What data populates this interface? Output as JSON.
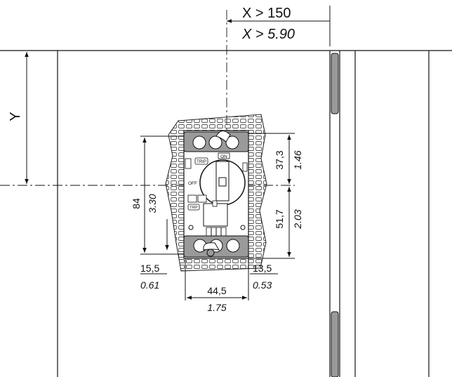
{
  "dimensions": {
    "x_min_mm": "X > 150",
    "x_min_in": "X > 5.90",
    "y_label": "Y",
    "height_mm": "84",
    "height_in": "3.30",
    "upper_mm": "37,3",
    "upper_in": "1.46",
    "lower_mm": "51,7",
    "lower_in": "2.03",
    "left_offset_mm": "15,5",
    "left_offset_in": "0.61",
    "right_offset_mm": "13,5",
    "right_offset_in": "0.53",
    "width_mm": "44,5",
    "width_in": "1.75"
  },
  "device": {
    "on_label": "ON",
    "off_label": "OFF",
    "trip_label": "TRIP",
    "trip_test_label": "TRIP"
  },
  "colors": {
    "line": "#111111",
    "device_grey": "#9a9a9a",
    "hatch": "#6e6e6e",
    "panel_bg": "#ffffff"
  }
}
